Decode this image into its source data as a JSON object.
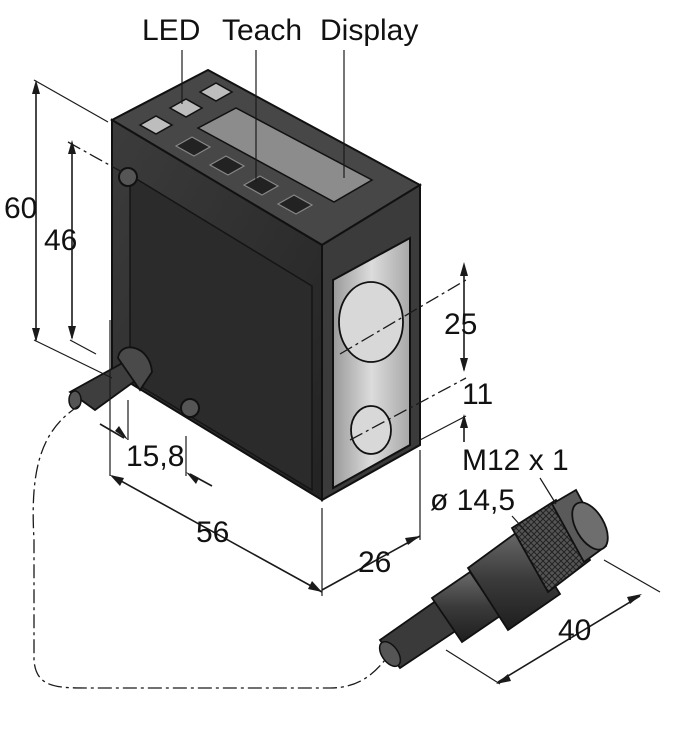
{
  "labels": {
    "led": "LED",
    "teach": "Teach",
    "display": "Display"
  },
  "dimensions": {
    "height_total": "60",
    "height_lens_axis": "46",
    "lens_spacing": "25",
    "lens_offset": "11",
    "connector_offset": "15,8",
    "length": "56",
    "depth": "26",
    "thread": "M12 x 1",
    "connector_diameter": "ø 14,5",
    "connector_length": "40"
  },
  "colors": {
    "housing_front": "#2f2f2f",
    "housing_top": "#444444",
    "housing_side": "#3a3a3a",
    "lens_window": "#c9c9c9",
    "connector": "#3d3d3d",
    "line": "#1a1a1a"
  }
}
